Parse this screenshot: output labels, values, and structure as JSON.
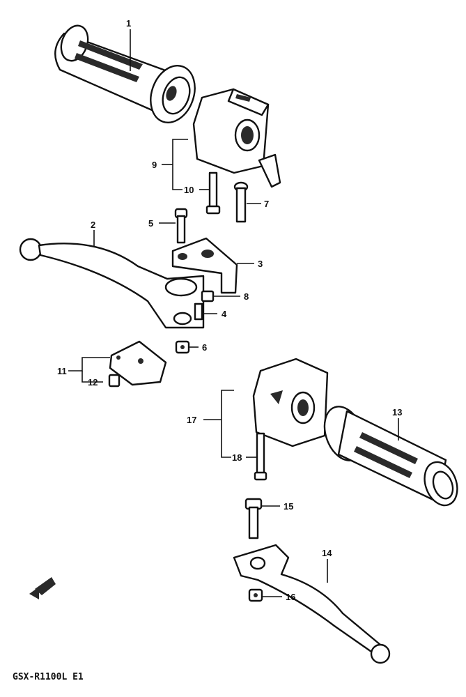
{
  "diagram": {
    "footer_label": "GSX-R1100L E1",
    "callouts": [
      {
        "id": "1",
        "label": "1"
      },
      {
        "id": "2",
        "label": "2"
      },
      {
        "id": "3",
        "label": "3"
      },
      {
        "id": "4",
        "label": "4"
      },
      {
        "id": "5",
        "label": "5"
      },
      {
        "id": "6",
        "label": "6"
      },
      {
        "id": "7",
        "label": "7"
      },
      {
        "id": "8",
        "label": "8"
      },
      {
        "id": "9",
        "label": "9"
      },
      {
        "id": "10",
        "label": "10"
      },
      {
        "id": "11",
        "label": "11"
      },
      {
        "id": "12",
        "label": "12"
      },
      {
        "id": "13",
        "label": "13"
      },
      {
        "id": "14",
        "label": "14"
      },
      {
        "id": "15",
        "label": "15"
      },
      {
        "id": "16",
        "label": "16"
      },
      {
        "id": "17",
        "label": "17"
      },
      {
        "id": "18",
        "label": "18"
      }
    ]
  }
}
